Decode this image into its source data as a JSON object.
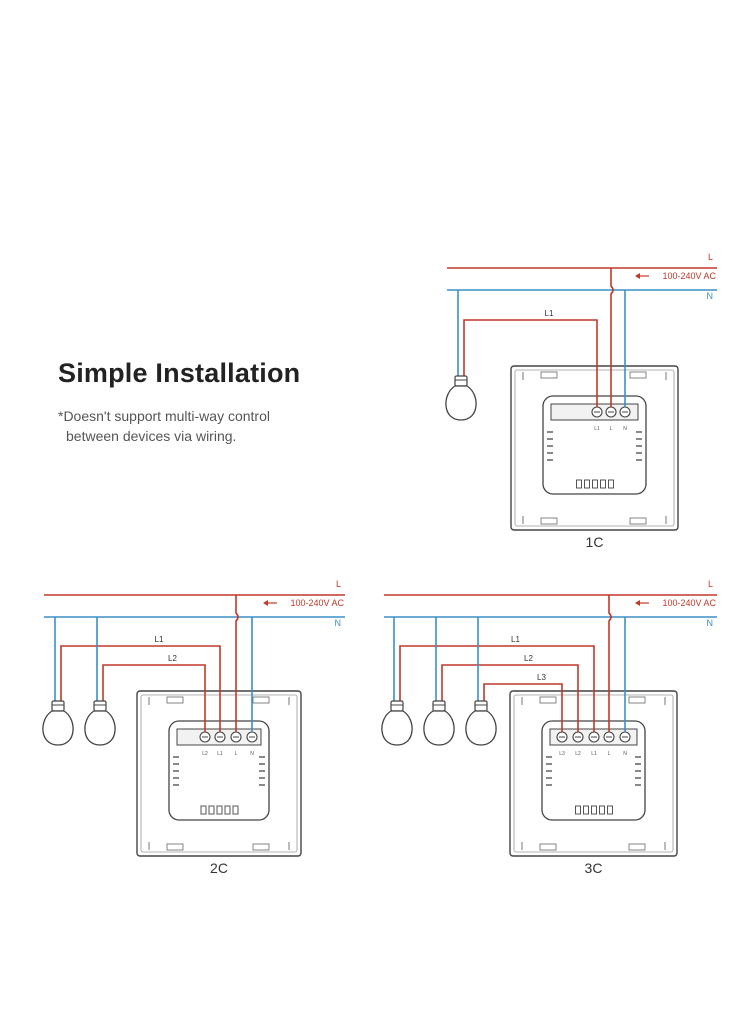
{
  "title": "Simple Installation",
  "note": {
    "line1": "*Doesn't support multi-way control",
    "line2": "between devices via wiring."
  },
  "colors": {
    "live": "#c0392b",
    "neutral": "#3a8fc7",
    "outline": "#444444",
    "text": "#222222"
  },
  "diagrams": [
    {
      "caption": "1C",
      "live_label": "L",
      "neutral_label": "N",
      "voltage_label": "100-240V AC",
      "wire_labels": [
        "L1"
      ],
      "terminals": [
        "L1",
        "L",
        "N"
      ]
    },
    {
      "caption": "2C",
      "live_label": "L",
      "neutral_label": "N",
      "voltage_label": "100-240V AC",
      "wire_labels": [
        "L1",
        "L2"
      ],
      "terminals": [
        "L2",
        "L1",
        "L",
        "N"
      ]
    },
    {
      "caption": "3C",
      "live_label": "L",
      "neutral_label": "N",
      "voltage_label": "100-240V AC",
      "wire_labels": [
        "L1",
        "L2",
        "L3"
      ],
      "terminals": [
        "L3",
        "L2",
        "L1",
        "L",
        "N"
      ]
    }
  ]
}
